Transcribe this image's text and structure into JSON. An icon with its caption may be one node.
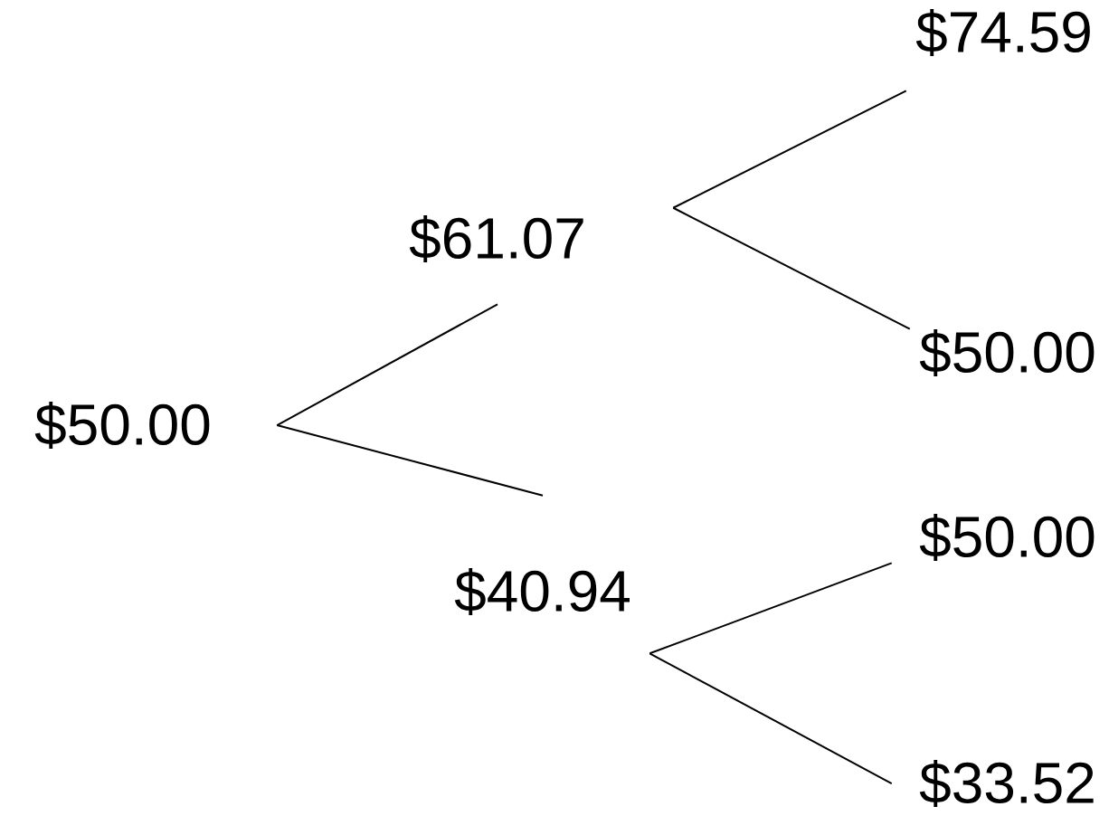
{
  "diagram": {
    "nodes": [
      {
        "text": [
          "$50.00"
        ]
      },
      {
        "text": [
          "$61.07"
        ]
      },
      {
        "text": [
          "$40.94"
        ]
      },
      {
        "text": [
          "$74.59"
        ]
      },
      {
        "text": [
          "$50.00"
        ]
      },
      {
        "text": [
          "$50.00"
        ]
      },
      {
        "text": [
          "$33.52"
        ]
      }
    ],
    "edges": [
      {
        "from": 0,
        "to": 1,
        "arrow": "none"
      },
      {
        "from": 0,
        "to": 2,
        "arrow": "none"
      },
      {
        "from": 1,
        "to": 3,
        "arrow": "none"
      },
      {
        "from": 1,
        "to": 4,
        "arrow": "none"
      },
      {
        "from": 2,
        "to": 5,
        "arrow": "none"
      },
      {
        "from": 2,
        "to": 6,
        "arrow": "none"
      }
    ]
  }
}
